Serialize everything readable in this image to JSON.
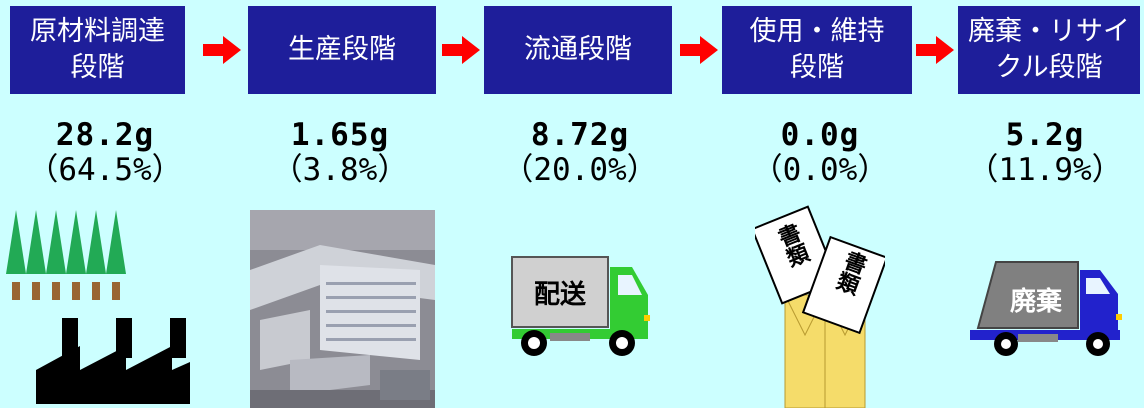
{
  "stages": [
    {
      "line1": "原材料調達",
      "line2": "段階",
      "amount": "28.2g",
      "percent": "（64.5%）"
    },
    {
      "line1": "生産段階",
      "line2": "",
      "amount": "1.65g",
      "percent": "（3.8%）"
    },
    {
      "line1": "流通段階",
      "line2": "",
      "amount": "8.72g",
      "percent": "（20.0%）"
    },
    {
      "line1": "使用・維持",
      "line2": "段階",
      "amount": "0.0g",
      "percent": "（0.0%）"
    },
    {
      "line1": "廃棄・リサイ",
      "line2": "クル段階",
      "amount": "5.2g",
      "percent": "（11.9%）"
    }
  ],
  "illustrations": {
    "delivery_truck_label": "配送",
    "document_label": "書類",
    "waste_truck_label": "廃棄"
  },
  "colors": {
    "background": "#ccffff",
    "stage_box": "#1e1e9a",
    "arrow": "#ff0000",
    "truck_cab": "#33cc33",
    "waste_truck_cab": "#2222cc",
    "envelope": "#f5dc6a"
  }
}
